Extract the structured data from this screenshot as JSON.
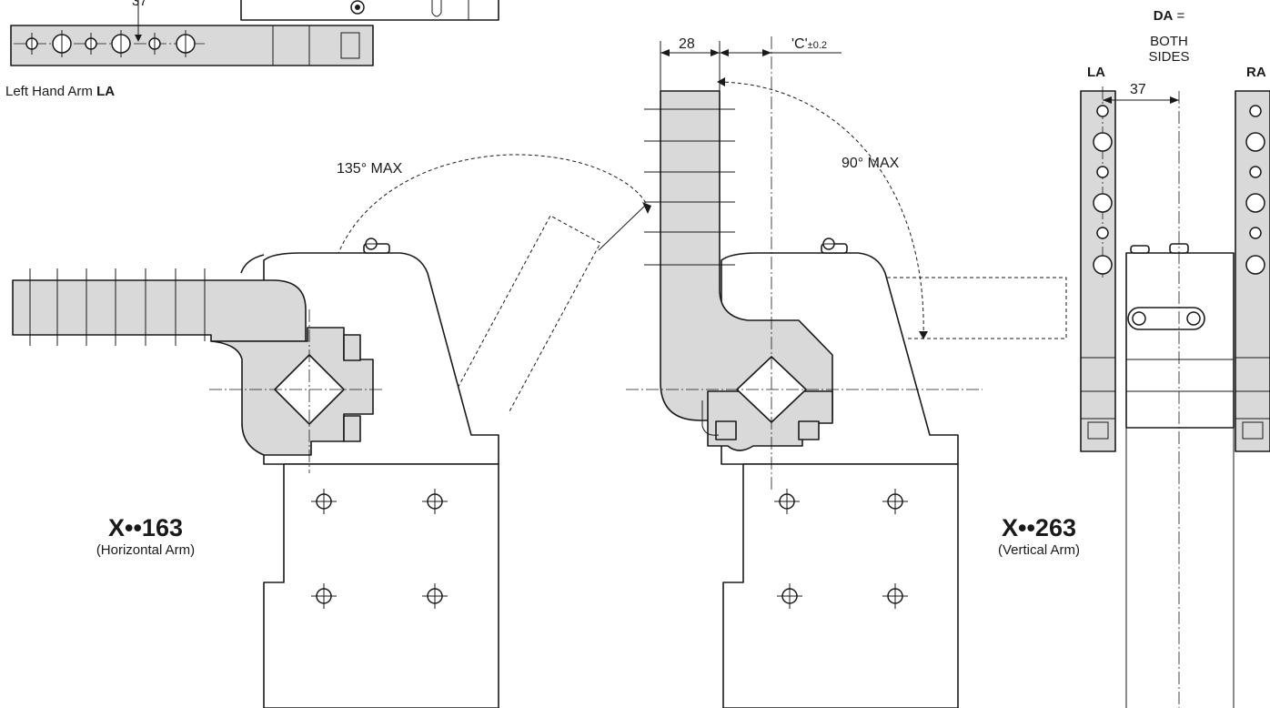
{
  "labels": {
    "top_dimension_fragment": "37",
    "left_hand_arm_prefix": "Left Hand Arm ",
    "left_hand_arm_code": "LA",
    "angle_horizontal": "135° MAX",
    "angle_vertical": "90° MAX",
    "dim_arm_width": "28",
    "dim_c_main": "'C'",
    "dim_c_tolerance": "±0.2",
    "da_code": "DA",
    "da_equals": " =",
    "da_line2": "BOTH",
    "da_line3": "SIDES",
    "la": "LA",
    "ra": "RA",
    "dim_side": "37",
    "model_horizontal": "X••163",
    "model_horizontal_caption": "(Horizontal Arm)",
    "model_vertical": "X••263",
    "model_vertical_caption": "(Vertical Arm)"
  },
  "colors": {
    "arm_fill": "#d9d9d9",
    "line": "#1a1a1a",
    "background": "#ffffff"
  }
}
